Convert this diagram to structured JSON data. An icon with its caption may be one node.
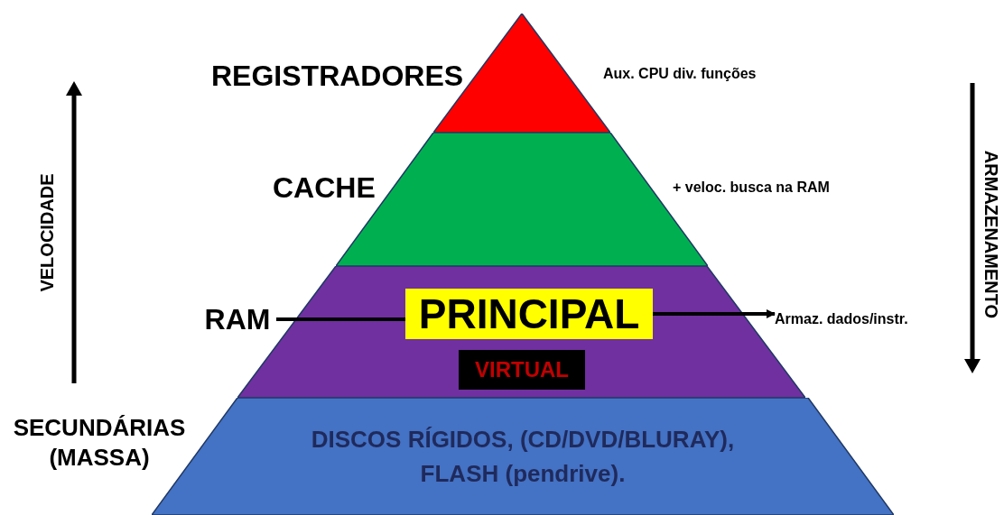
{
  "diagram": {
    "nodes": [
      {
        "text": [],
        "shape": "triangle"
      },
      {
        "text": [],
        "shape": "trapezoid"
      },
      {
        "text": [],
        "shape": "trapezoid"
      },
      {
        "text": [
          "PRINCIPAL"
        ],
        "in": 2
      },
      {
        "text": [
          "VIRTUAL"
        ],
        "in": 2
      },
      {
        "text": [
          "DISCOS RÍGIDOS, (CD/DVD/BLURAY), FLASH (pendrive)."
        ]
      },
      {
        "text": [
          "RAM"
        ]
      },
      {
        "text": [
          "Armaz. dados/instr."
        ]
      }
    ],
    "edges": [
      {
        "from": 6,
        "to": 3,
        "arrow": "none"
      },
      {
        "from": 3,
        "to": 7,
        "arrow": "to"
      }
    ],
    "labels": [
      "REGISTRADORES",
      "Aux. CPU div. funções",
      "VELOCIDADE",
      "ARMAZENAMENTO",
      "CACHE",
      "+ veloc. busca na RAM",
      "SECUNDÁRIAS (MASSA)"
    ]
  }
}
